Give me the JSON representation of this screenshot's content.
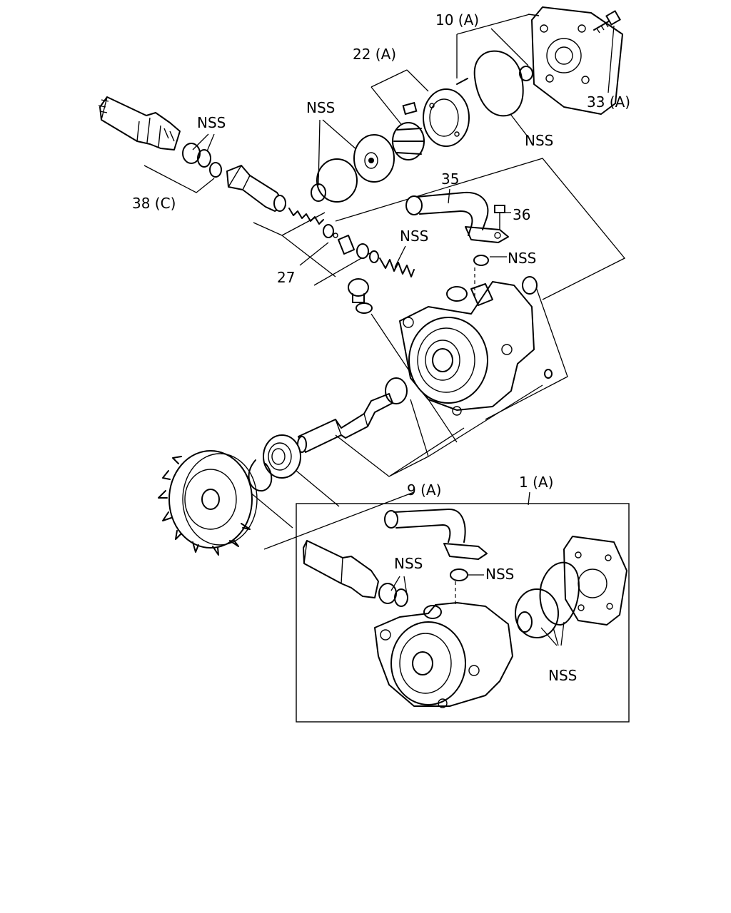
{
  "diagram": {
    "labels": {
      "p10": "10 (A)",
      "p22": "22 (A)",
      "p33": "33 (A)",
      "p38": "38 (C)",
      "p35": "35",
      "p36": "36",
      "p27": "27",
      "p9": "9 (A)",
      "p1": "1 (A)",
      "nss_1": "NSS",
      "nss_2": "NSS",
      "nss_3": "NSS",
      "nss_4": "NSS",
      "nss_5": "NSS",
      "nss_6": "NSS",
      "nss_7": "NSS",
      "nss_8": "NSS"
    }
  }
}
